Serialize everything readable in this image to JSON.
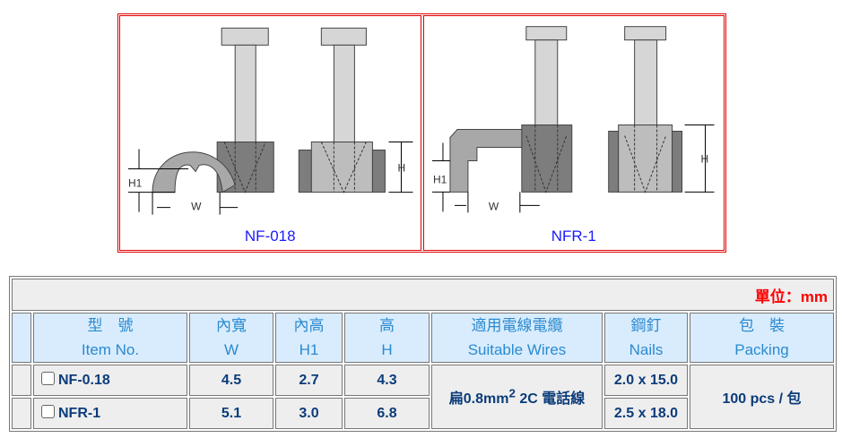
{
  "figures": [
    {
      "caption": "NF-018",
      "labels": {
        "h1": "H1",
        "w": "W",
        "h": "H"
      }
    },
    {
      "caption": "NFR-1",
      "labels": {
        "h1": "H1",
        "w": "W",
        "h": "H"
      }
    }
  ],
  "table": {
    "unit": "單位：mm",
    "headers": [
      {
        "zh": "型　號",
        "en": "Item No."
      },
      {
        "zh": "內寬",
        "en": "W"
      },
      {
        "zh": "內高",
        "en": "H1"
      },
      {
        "zh": "高",
        "en": "H"
      },
      {
        "zh": "適用電線電纜",
        "en": "Suitable Wires"
      },
      {
        "zh": "鋼釘",
        "en": "Nails"
      },
      {
        "zh": "包　裝",
        "en": "Packing"
      }
    ],
    "rows": [
      {
        "item": "NF-0.18",
        "w": "4.5",
        "h1": "2.7",
        "h": "4.3",
        "nails": "2.0 x 15.0"
      },
      {
        "item": "NFR-1",
        "w": "5.1",
        "h1": "3.0",
        "h": "6.8",
        "nails": "2.5 x 18.0"
      }
    ],
    "wires": {
      "pre": "扁0.8mm",
      "sup": "2",
      "post": " 2C 電話線"
    },
    "packing": "100 pcs / 包"
  }
}
